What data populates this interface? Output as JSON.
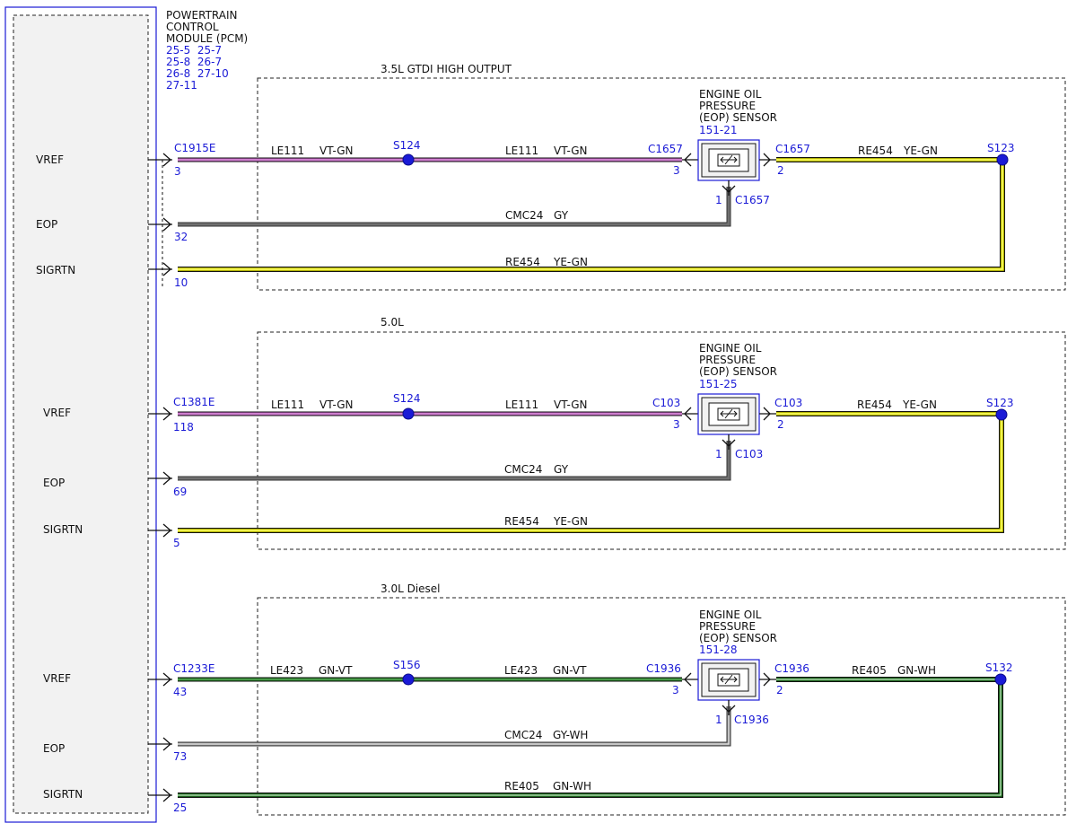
{
  "pcm": {
    "title": [
      "POWERTRAIN",
      "CONTROL",
      "MODULE (PCM)"
    ],
    "refs": [
      "25-5  25-7",
      "25-8  26-7",
      "26-8  27-10",
      "27-11"
    ]
  },
  "sections": [
    {
      "title": "3.5L GTDI HIGH OUTPUT",
      "pins": {
        "vref_label": "VREF",
        "eop_label": "EOP",
        "sigrtn_label": "SIGRTN"
      },
      "pcm_connector": "C1915E",
      "pcm_pins": {
        "vref": "3",
        "eop": "32",
        "sigrtn": "10"
      },
      "wire1": {
        "circuit": "LE111",
        "color": "VT-GN",
        "color_hex": "#c05ec0"
      },
      "splice1": "S124",
      "sensor_connector": "C1657",
      "sensor_pins": {
        "left": "3",
        "right": "2",
        "bottom": "1"
      },
      "sensor": {
        "title": [
          "ENGINE OIL",
          "PRESSURE",
          "(EOP) SENSOR"
        ],
        "ref": "151-21"
      },
      "wire_right": {
        "circuit": "RE454",
        "color": "YE-GN",
        "color_hex": "#e6e600"
      },
      "splice2": "S123",
      "eop_wire": {
        "circuit": "CMC24",
        "color": "GY",
        "color_hex": "#707070"
      },
      "sig_wire": {
        "circuit": "RE454",
        "color": "YE-GN",
        "color_hex": "#e6e600"
      }
    },
    {
      "title": "5.0L",
      "pins": {
        "vref_label": "VREF",
        "eop_label": "EOP",
        "sigrtn_label": "SIGRTN"
      },
      "pcm_connector": "C1381E",
      "pcm_pins": {
        "vref": "118",
        "eop": "69",
        "sigrtn": "5"
      },
      "wire1": {
        "circuit": "LE111",
        "color": "VT-GN",
        "color_hex": "#c05ec0"
      },
      "splice1": "S124",
      "sensor_connector": "C103",
      "sensor_pins": {
        "left": "3",
        "right": "2",
        "bottom": "1"
      },
      "sensor": {
        "title": [
          "ENGINE OIL",
          "PRESSURE",
          "(EOP) SENSOR"
        ],
        "ref": "151-25"
      },
      "wire_right": {
        "circuit": "RE454",
        "color": "YE-GN",
        "color_hex": "#e6e600"
      },
      "splice2": "S123",
      "eop_wire": {
        "circuit": "CMC24",
        "color": "GY",
        "color_hex": "#707070"
      },
      "sig_wire": {
        "circuit": "RE454",
        "color": "YE-GN",
        "color_hex": "#e6e600"
      }
    },
    {
      "title": "3.0L Diesel",
      "pins": {
        "vref_label": "VREF",
        "eop_label": "EOP",
        "sigrtn_label": "SIGRTN"
      },
      "pcm_connector": "C1233E",
      "pcm_pins": {
        "vref": "43",
        "eop": "73",
        "sigrtn": "25"
      },
      "wire1": {
        "circuit": "LE423",
        "color": "GN-VT",
        "color_hex": "#1f7a1f"
      },
      "splice1": "S156",
      "sensor_connector": "C1936",
      "sensor_pins": {
        "left": "3",
        "right": "2",
        "bottom": "1"
      },
      "sensor": {
        "title": [
          "ENGINE OIL",
          "PRESSURE",
          "(EOP) SENSOR"
        ],
        "ref": "151-28"
      },
      "wire_right": {
        "circuit": "RE405",
        "color": "GN-WH",
        "color_hex": "#1f7a1f"
      },
      "splice2": "S132",
      "eop_wire": {
        "circuit": "CMC24",
        "color": "GY-WH",
        "color_hex": "#9a9a9a"
      },
      "sig_wire": {
        "circuit": "RE405",
        "color": "GN-WH",
        "color_hex": "#1f7a1f"
      }
    }
  ]
}
